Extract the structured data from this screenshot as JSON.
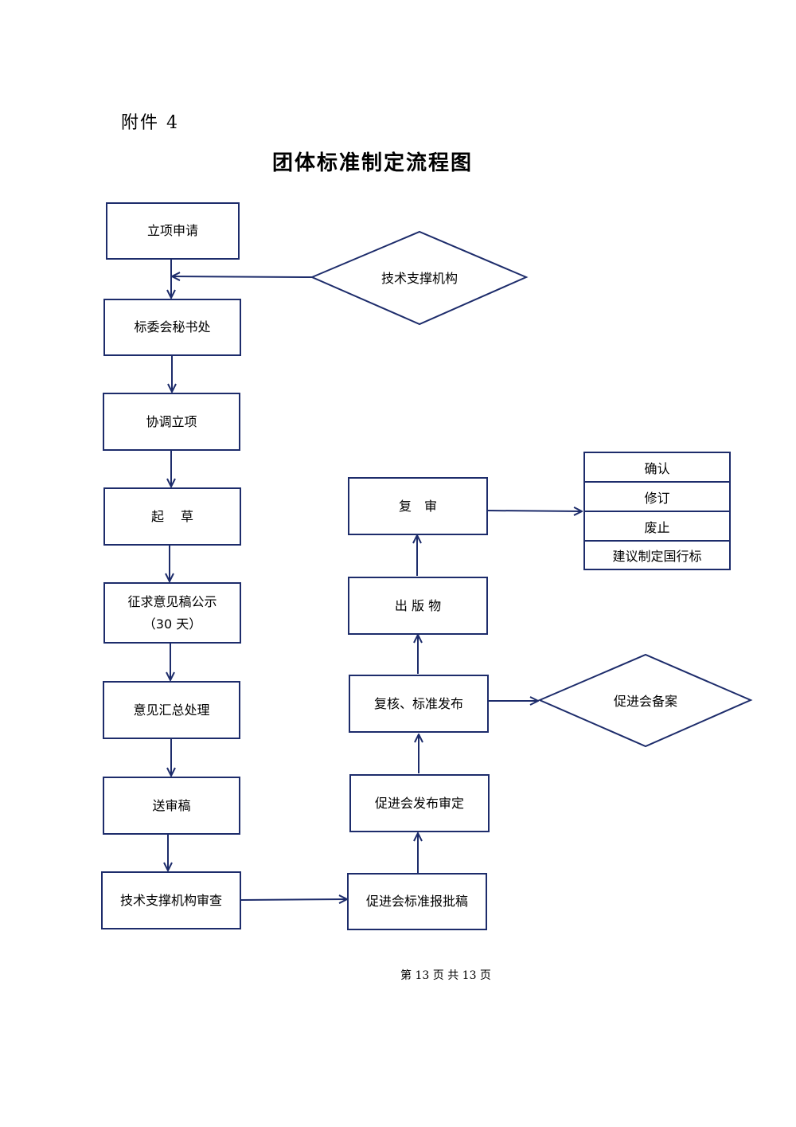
{
  "attachment_label": "附件 4",
  "title": "团体标准制定流程图",
  "left_column": [
    {
      "id": "apply",
      "label": "立项申请"
    },
    {
      "id": "secretariat",
      "label": "标委会秘书处"
    },
    {
      "id": "coordinate",
      "label": "协调立项"
    },
    {
      "id": "draft",
      "label": "起　 草"
    },
    {
      "id": "consult",
      "label": "征求意见稿公示\n（30 天）"
    },
    {
      "id": "summarize",
      "label": "意见汇总处理"
    },
    {
      "id": "submit",
      "label": "送审稿"
    },
    {
      "id": "review_tech",
      "label": "技术支撑机构审查"
    }
  ],
  "right_column": [
    {
      "id": "report",
      "label": "促进会标准报批稿"
    },
    {
      "id": "approve",
      "label": "促进会发布审定"
    },
    {
      "id": "publish",
      "label": "复核、标准发布"
    },
    {
      "id": "publication",
      "label": "出 版 物"
    },
    {
      "id": "rereview",
      "label": "复　审"
    }
  ],
  "diamonds": [
    {
      "id": "tech_support",
      "label": "技术支撑机构"
    },
    {
      "id": "filing",
      "label": "促进会备案"
    }
  ],
  "rereview_results": [
    "确认",
    "修订",
    "废止",
    "建议制定国行标"
  ],
  "footer": "第 13 页 共 13 页",
  "colors": {
    "stroke": "#1d2c6b",
    "background": "#ffffff"
  }
}
